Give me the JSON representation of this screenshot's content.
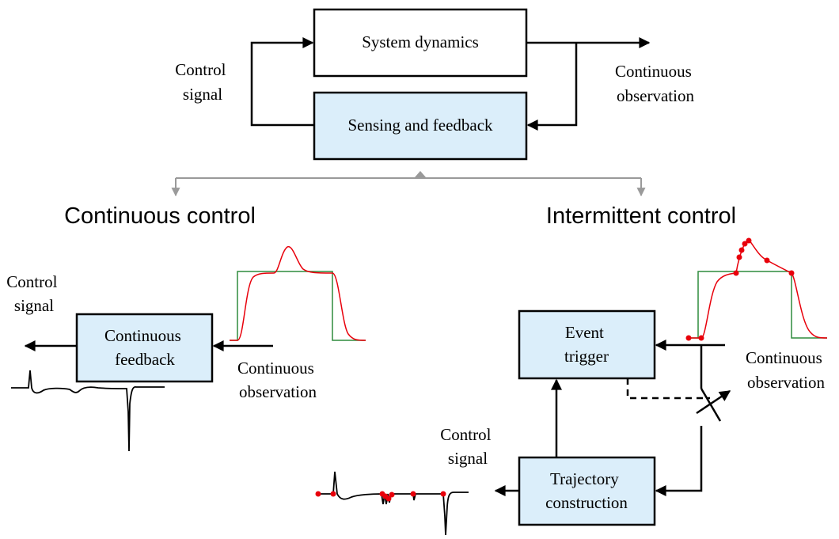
{
  "top": {
    "system_block": "System dynamics",
    "feedback_block": "Sensing and feedback",
    "control_signal": [
      "Control",
      "signal"
    ],
    "continuous_observation": [
      "Continuous",
      "observation"
    ]
  },
  "continuous": {
    "title": "Continuous control",
    "block": [
      "Continuous",
      "feedback"
    ],
    "control_signal": [
      "Control",
      "signal"
    ],
    "continuous_observation": [
      "Continuous",
      "observation"
    ]
  },
  "intermittent": {
    "title": "Intermittent control",
    "event_block": [
      "Event",
      "trigger"
    ],
    "trajectory_block": [
      "Trajectory",
      "construction"
    ],
    "control_signal": [
      "Control",
      "signal"
    ],
    "continuous_observation": [
      "Continuous",
      "observation"
    ]
  },
  "colors": {
    "block_fill": "#dbeefa",
    "signal_red": "#e8000b",
    "signal_green": "#2e8b3d",
    "branch_gray": "#9a9a9a"
  }
}
